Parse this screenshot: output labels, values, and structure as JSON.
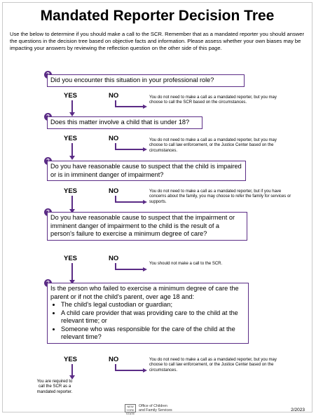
{
  "title": "Mandated Reporter Decision Tree",
  "intro": "Use the below to determine if you should make a call to the SCR.  Remember that as a mandated reporter you should answer the questions in the decision tree based on objective facts and information.  Please assess whether your own biases may be impacting your answers by reviewing the reflection question on the other side of this page.",
  "yes_label": "YES",
  "no_label": "NO",
  "questions": [
    {
      "text": "Did you encounter this situation in your professional role?",
      "no_note": "You do not need to make a call as a mandated reporter, but you may choose to call the SCR based on the circumstances."
    },
    {
      "text": "Does this matter involve a child that is under 18?",
      "no_note": "You do not need to make a call as a mandated reporter, but you may choose to call law enforcement, or the Justice Center based on the circumstances."
    },
    {
      "text": "Do you have reasonable cause to suspect that the child is impaired or is in imminent danger of impairment?",
      "no_note": "You do not need to make a call as a mandated reporter, but if you have concerns about the family, you may choose to refer the family for services or supports."
    },
    {
      "text": "Do you have reasonable cause to suspect that the impairment or imminent danger of impairment to the child is the result of a person's failure to exercise a minimum degree of care?",
      "no_note": "You should not make a call to the SCR."
    },
    {
      "text": "Is the person who failed to exercise a minimum degree of care the parent or if not the child's parent, over age 18 and:",
      "bullets": [
        "The child's legal custodian or guardian;",
        "A child care provider that was providing care to the child at the relevant time; or",
        "Someone who was responsible for the care of the child at the relevant time?"
      ],
      "no_note": "You do not need to make a call as a mandated reporter, but you may choose to call law enforcement, or the Justice Center based on the circumstances."
    }
  ],
  "final_note": "You are required to call the SCR as a mandated reporter.",
  "question_icon": "?",
  "logo": {
    "mark": "NEW YORK STATE",
    "line1": "Office of Children",
    "line2": "and Family Services"
  },
  "date": "2/2023",
  "accent_color": "#5b2c86"
}
